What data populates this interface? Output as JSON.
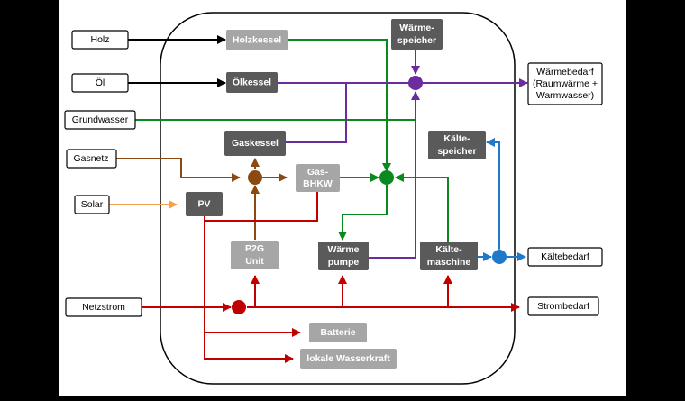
{
  "inputs": {
    "holz": "Holz",
    "oel": "Öl",
    "grundwasser": "Grundwasser",
    "gasnetz": "Gasnetz",
    "solar": "Solar",
    "netzstrom": "Netzstrom"
  },
  "units": {
    "holzkessel": "Holzkessel",
    "oelkessel": "Ölkessel",
    "gaskessel": "Gaskessel",
    "gas_bhkw": [
      "Gas-",
      "BHKW"
    ],
    "pv": "PV",
    "p2g": [
      "P2G",
      "Unit"
    ],
    "waermepumpe": [
      "Wärme",
      "pumpe"
    ],
    "kaeltemaschine": [
      "Kälte-",
      "maschine"
    ],
    "waermespeicher": [
      "Wärme-",
      "speicher"
    ],
    "kaeltespeicher": [
      "Kälte-",
      "speicher"
    ],
    "batterie": "Batterie",
    "wasserkraft": "lokale Wasserkraft"
  },
  "outputs": {
    "waermebedarf": [
      "Wärmebedarf",
      "(Raumwärme +",
      "Warmwasser)"
    ],
    "kaeltebedarf": "Kältebedarf",
    "strombedarf": "Strombedarf"
  },
  "colors": {
    "black": "#000000",
    "green": "#0a8a1e",
    "purple": "#6a2c9e",
    "brown": "#8a4a12",
    "orange": "#f2a14a",
    "red": "#c00000",
    "blue": "#1f78c8",
    "dark_box": "#5a5a5a",
    "light_box": "#a6a6a6"
  }
}
